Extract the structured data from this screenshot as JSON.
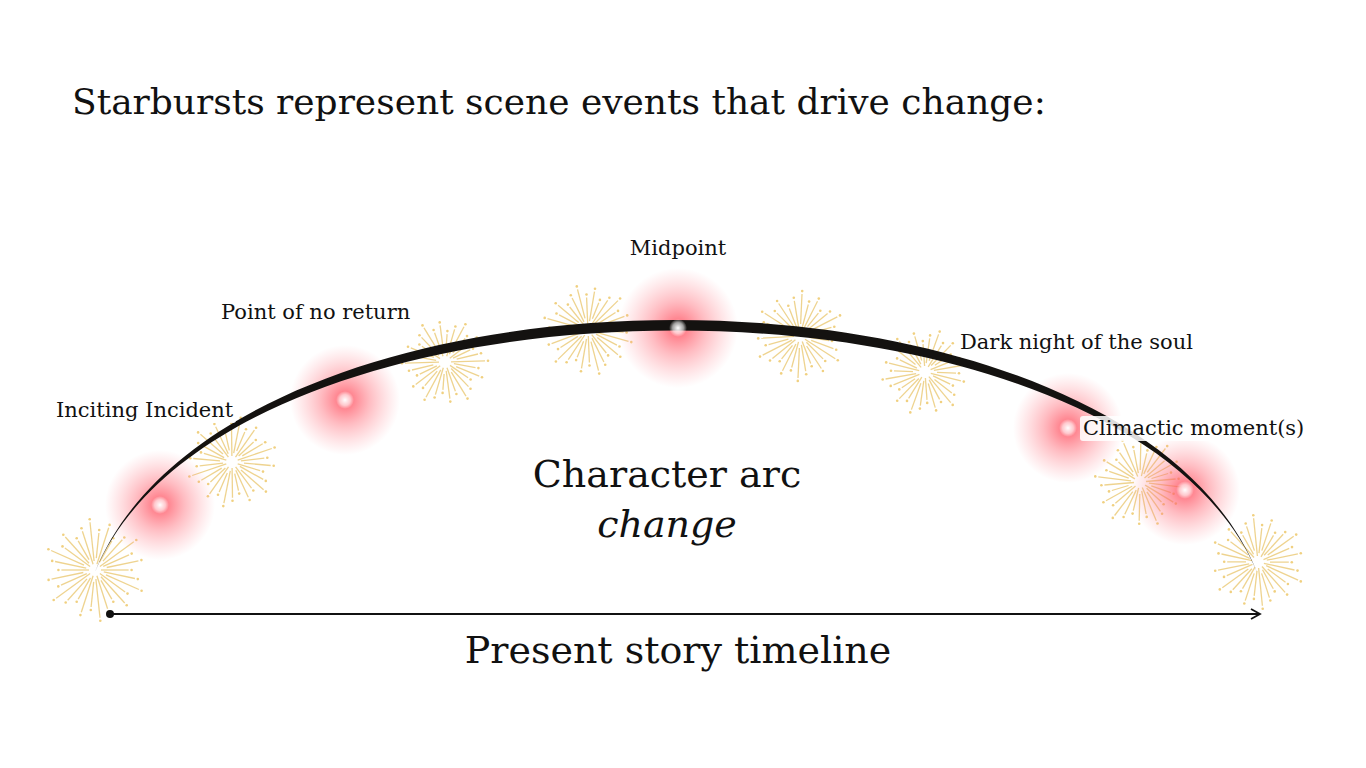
{
  "diagram": {
    "title": "Starbursts represent scene events that drive change:",
    "labels": [
      "Inciting Incident",
      "Point of no return",
      "Midpoint",
      "Dark night of the soul",
      "Climactic moment(s)",
      "Character arc",
      "change",
      "Present story timeline"
    ]
  }
}
